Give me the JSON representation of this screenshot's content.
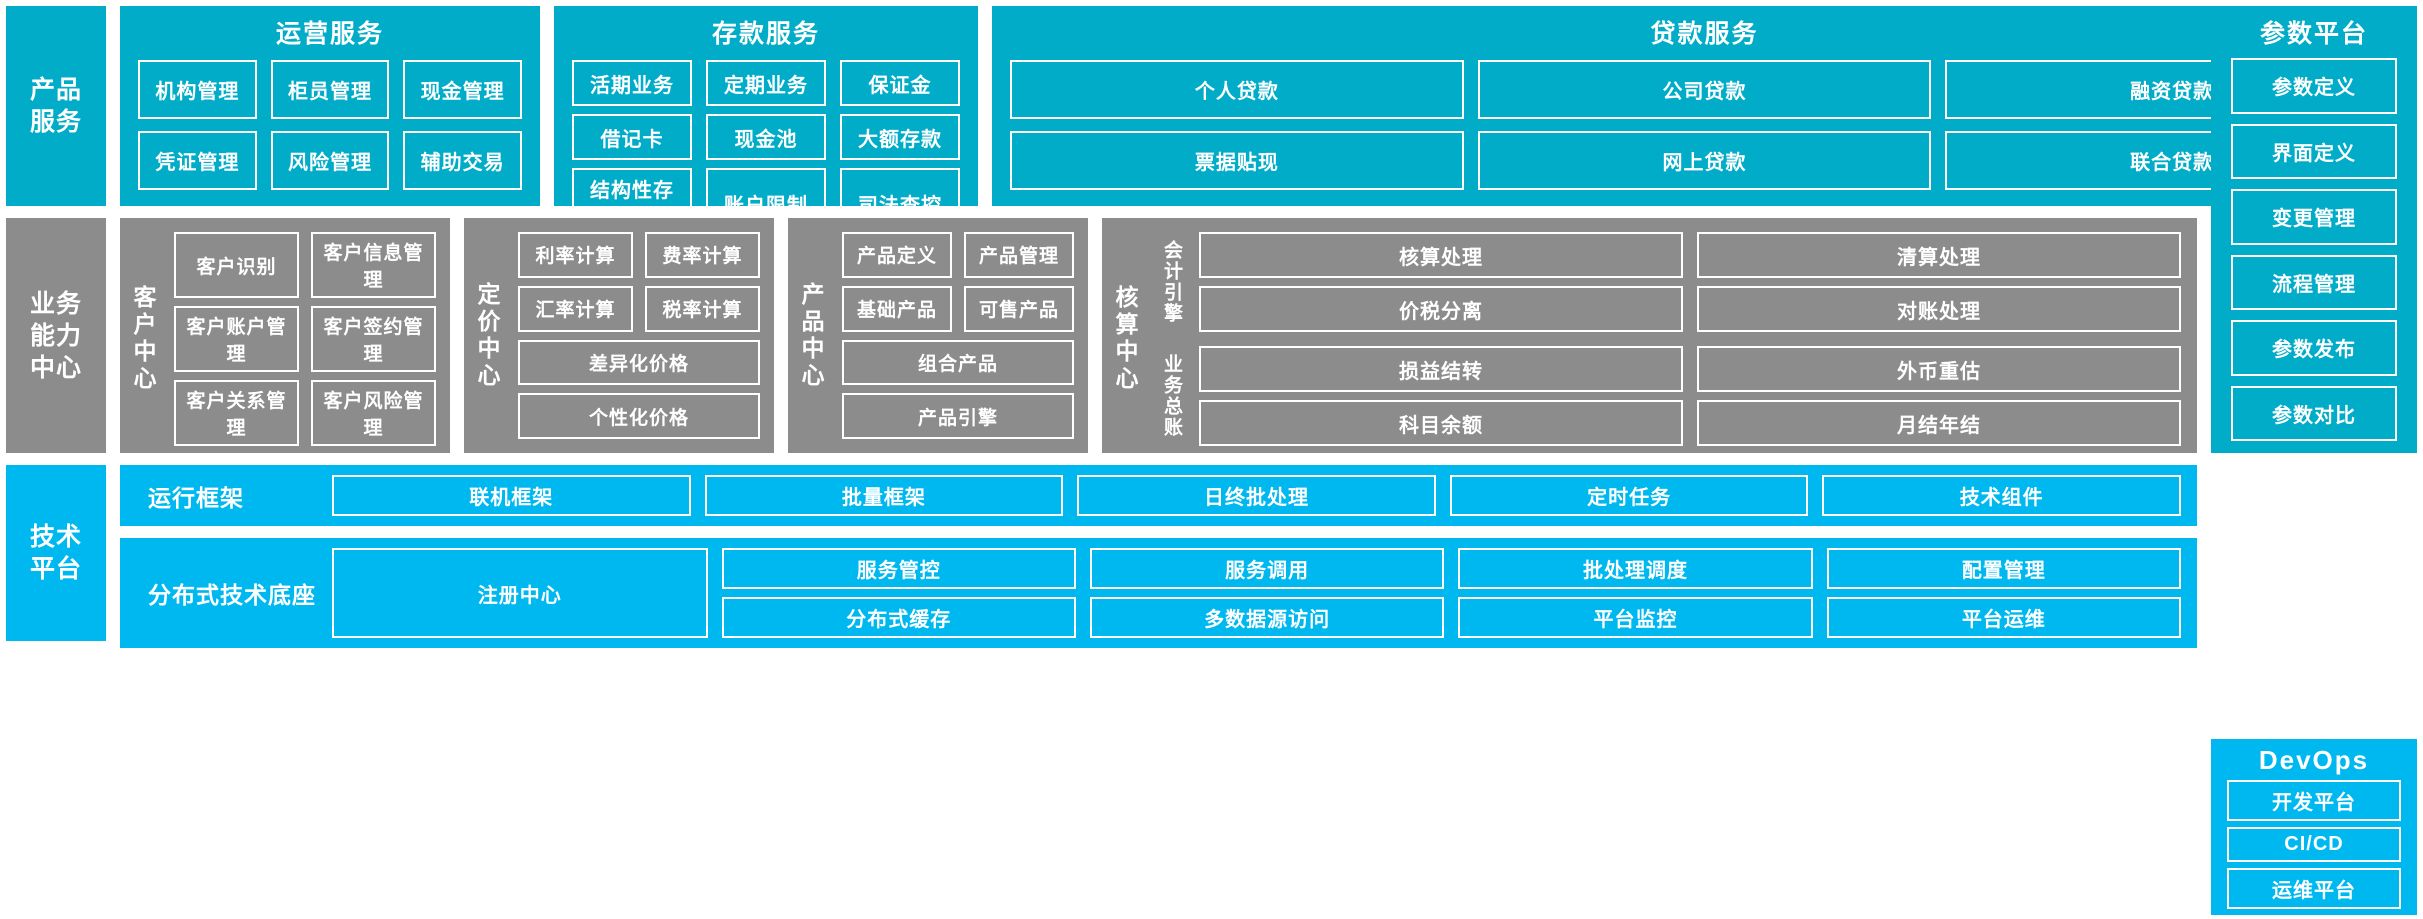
{
  "bands": {
    "product_services": {
      "spine_label": "产品\n服务",
      "panels": [
        {
          "title": "运营服务",
          "tiles": [
            "机构管理",
            "柜员管理",
            "现金管理",
            "凭证管理",
            "风险管理",
            "辅助交易"
          ]
        },
        {
          "title": "存款服务",
          "tiles": [
            "活期业务",
            "定期业务",
            "保证金",
            "借记卡",
            "现金池",
            "大额存款",
            "结构性存款",
            "账户限制",
            "司法查控"
          ]
        },
        {
          "title": "贷款服务",
          "tiles": [
            "个人贷款",
            "公司贷款",
            "融资贷款",
            "票据贴现",
            "网上贷款",
            "联合贷款"
          ]
        }
      ]
    },
    "parameter_platform": {
      "title": "参数平台",
      "tiles": [
        "参数定义",
        "界面定义",
        "变更管理",
        "流程管理",
        "参数发布",
        "参数对比"
      ]
    },
    "business_capability": {
      "spine_label": "业务\n能力\n中心",
      "panels": [
        {
          "vlabel": "客户中心",
          "tiles": [
            "客户识别",
            "客户信息管理",
            "客户账户管理",
            "客户签约管理",
            "客户关系管理",
            "客户风险管理"
          ]
        },
        {
          "vlabel": "定价中心",
          "tiles": [
            "利率计算",
            "费率计算",
            "汇率计算",
            "税率计算",
            "差异化价格",
            "个性化价格"
          ]
        },
        {
          "vlabel": "产品中心",
          "tiles": [
            "产品定义",
            "产品管理",
            "基础产品",
            "可售产品",
            "组合产品",
            "产品引擎"
          ]
        },
        {
          "vlabel": "核算中心",
          "groups": [
            {
              "vlabel": "会计引擎",
              "tiles": [
                "核算处理",
                "清算处理",
                "价税分离",
                "对账处理"
              ]
            },
            {
              "vlabel": "业务总账",
              "tiles": [
                "损益结转",
                "外币重估",
                "科目余额",
                "月结年结"
              ]
            }
          ]
        }
      ]
    },
    "technology_platform": {
      "spine_label": "技术\n平台",
      "rows": [
        {
          "label": "运行框架",
          "cells": [
            "联机框架",
            "批量框架",
            "日终批处理",
            "定时任务",
            "技术组件"
          ]
        },
        {
          "label": "分布式技术底座",
          "tall_cell": "注册中心",
          "cells": [
            "服务管控",
            "服务调用",
            "批处理调度",
            "配置管理",
            "分布式缓存",
            "多数据源访问",
            "平台监控",
            "平台运维"
          ]
        }
      ]
    },
    "devops": {
      "title": "DevOps",
      "tiles": [
        "开发平台",
        "CI/CD",
        "运维平台"
      ]
    }
  },
  "colors": {
    "teal": "#00ACC8",
    "blue": "#00B8F0",
    "gray": "#8C8C8C",
    "white": "#FFFFFF"
  }
}
